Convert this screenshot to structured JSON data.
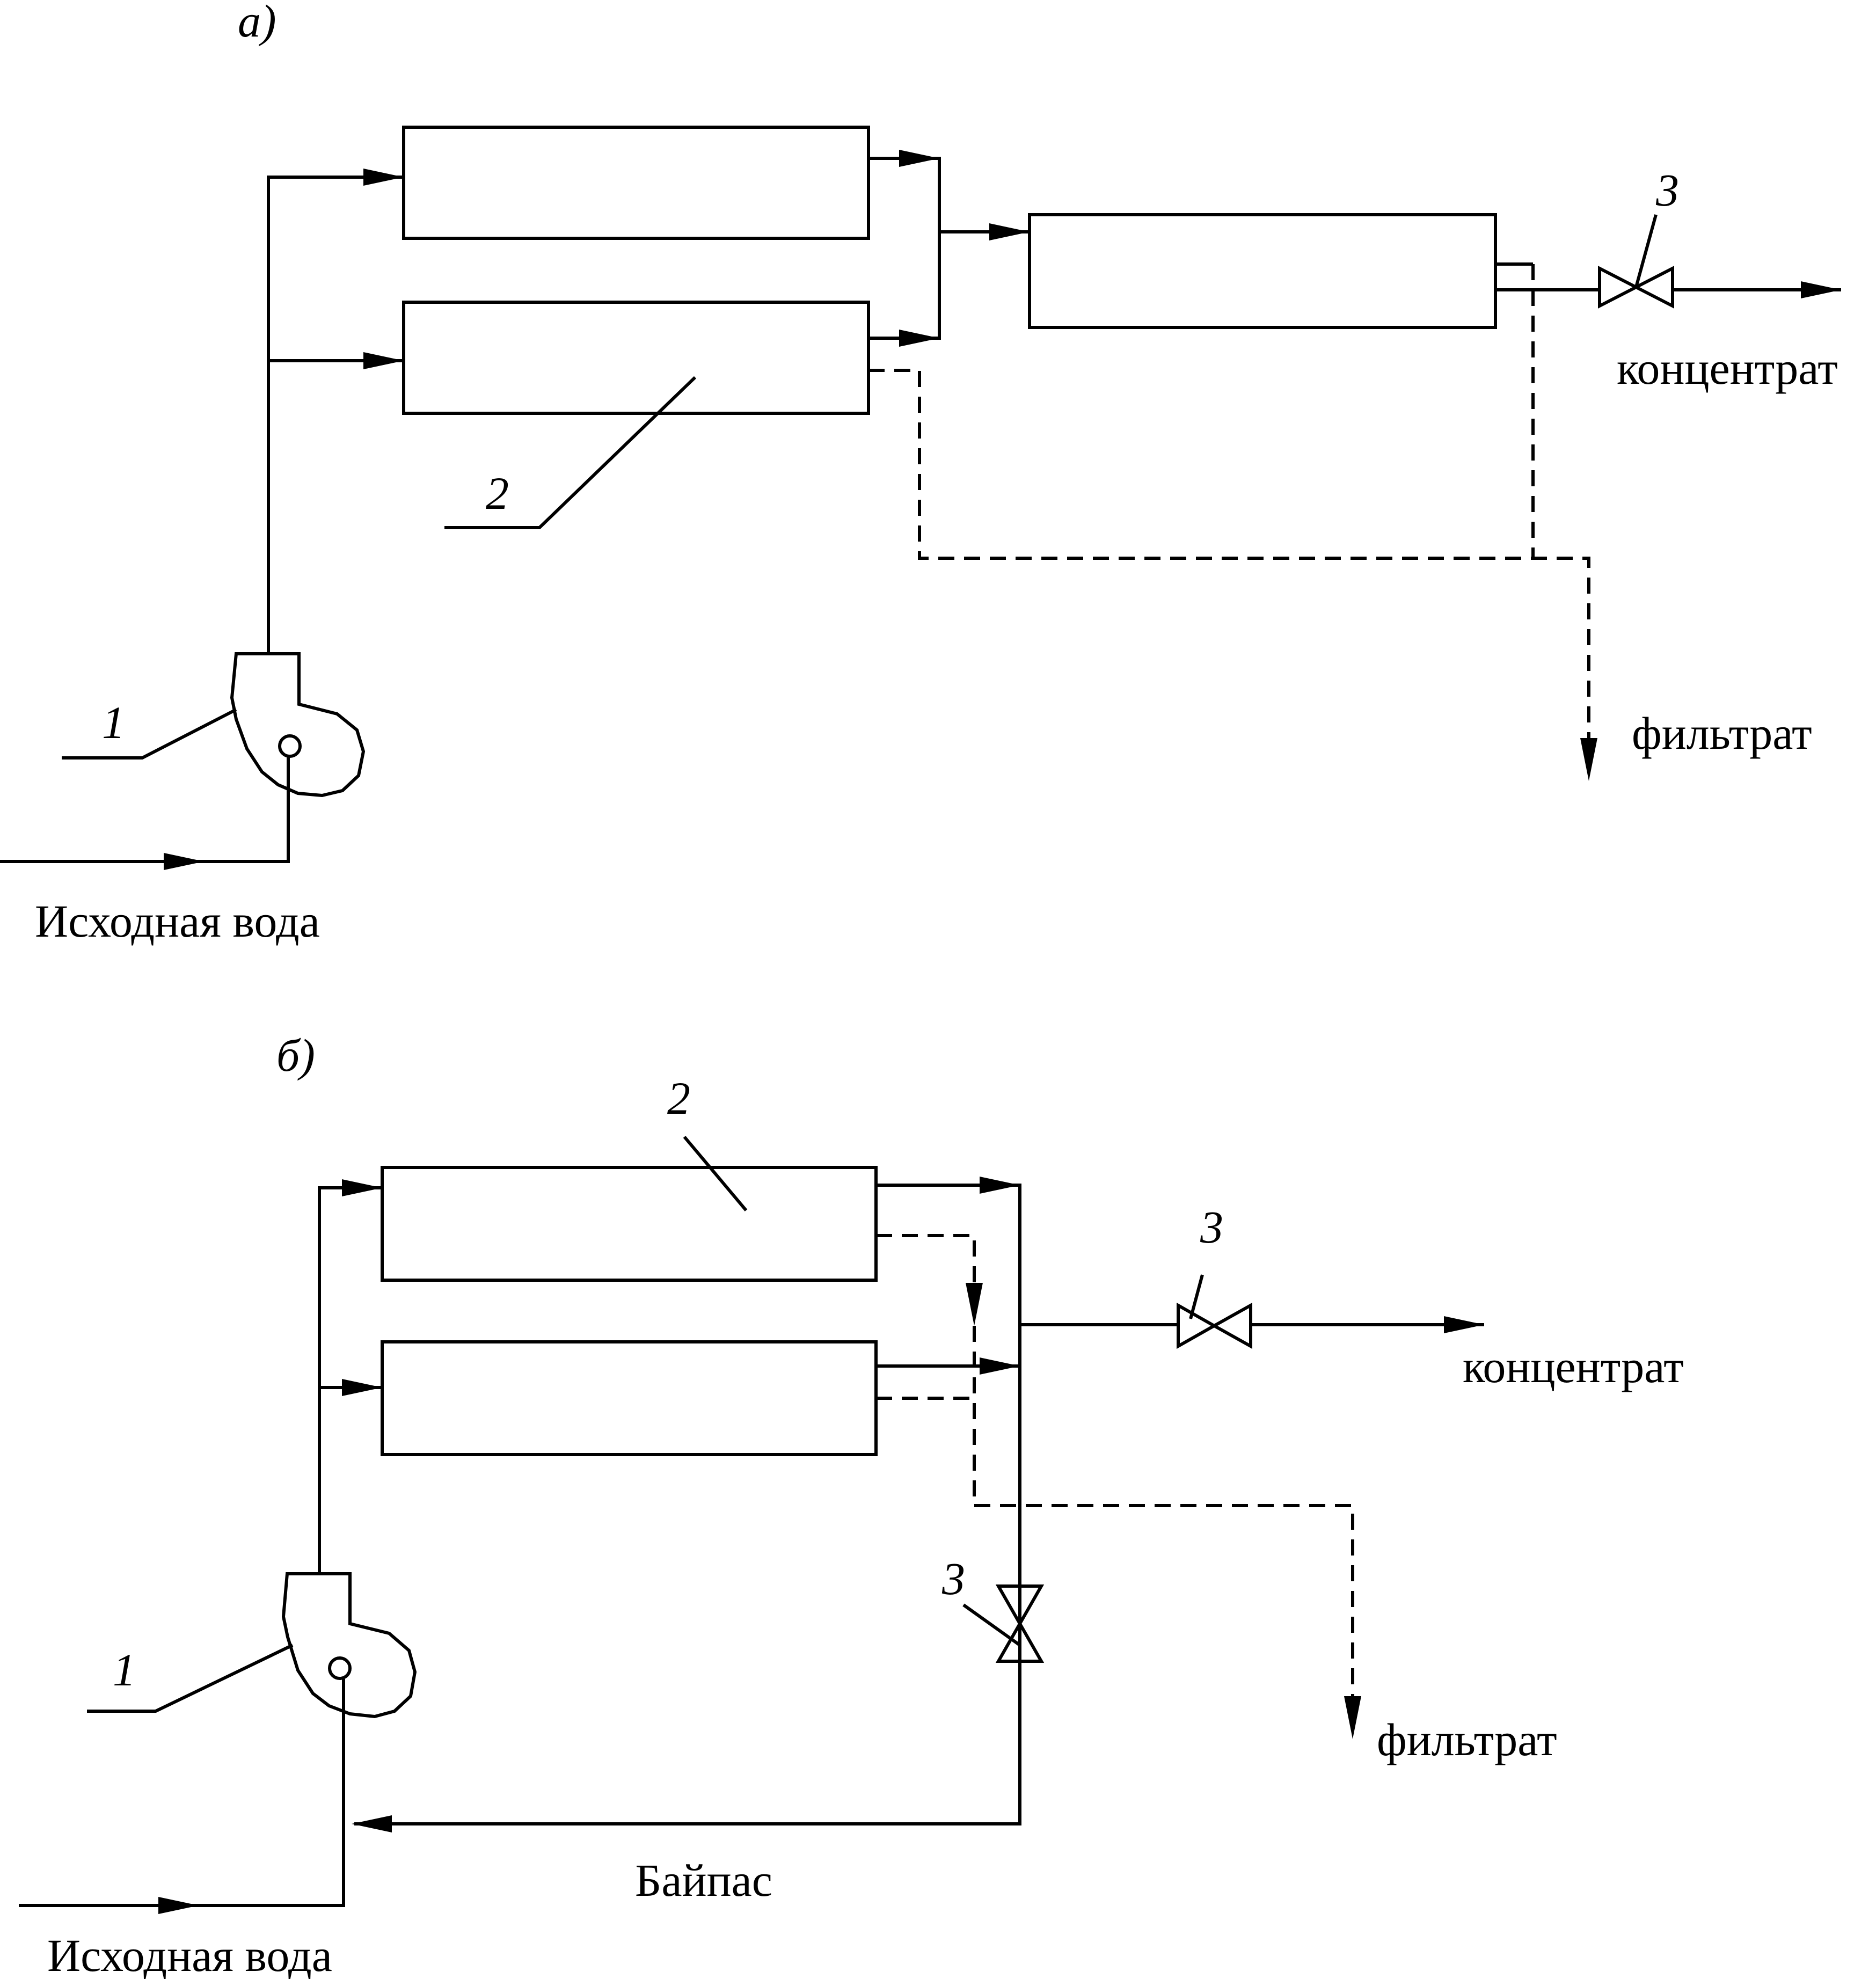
{
  "diagram_a": {
    "panel_label": "а)",
    "pump_number": "1",
    "module_number": "2",
    "valve_number": "3",
    "source_water_label": "Исходная вода",
    "concentrate_label": "концентрат",
    "filtrate_label": "фильтрат"
  },
  "diagram_b": {
    "panel_label": "б)",
    "pump_number": "1",
    "module_number": "2",
    "valve_number_concentrate": "3",
    "valve_number_bypass": "3",
    "source_water_label": "Исходная вода",
    "concentrate_label": "концентрат",
    "filtrate_label": "фильтрат",
    "bypass_label": "Байпас"
  }
}
